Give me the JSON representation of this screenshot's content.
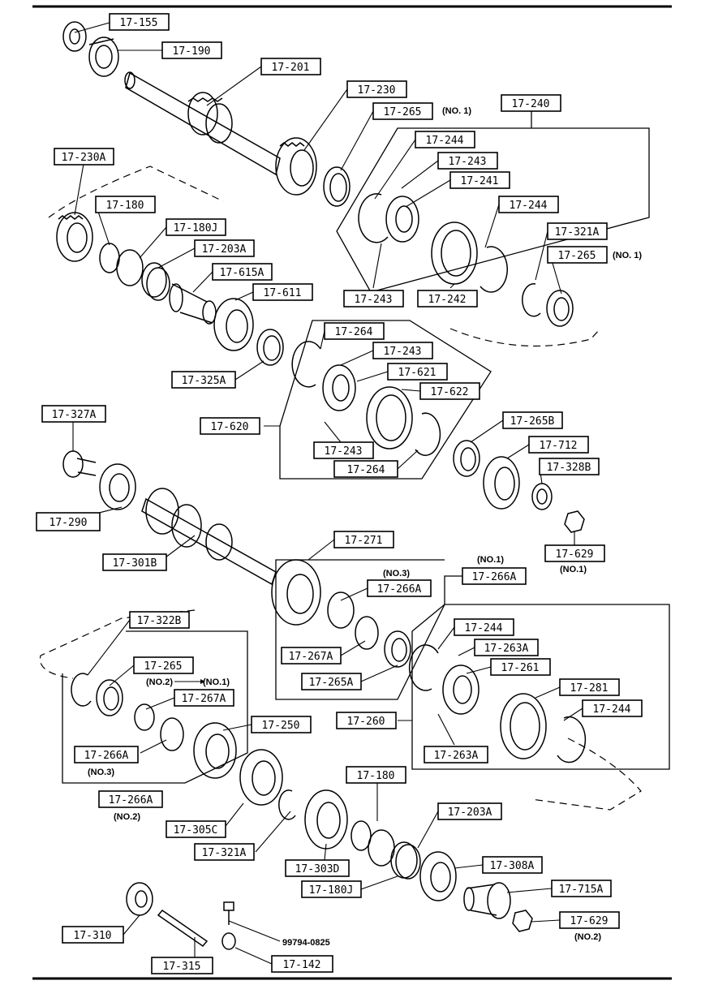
{
  "labels": [
    {
      "id": "l1",
      "text": "17-155"
    },
    {
      "id": "l2",
      "text": "17-190"
    },
    {
      "id": "l3",
      "text": "17-201"
    },
    {
      "id": "l4",
      "text": "17-230"
    },
    {
      "id": "l5",
      "text": "17-265"
    },
    {
      "id": "l6",
      "text": "17-240"
    },
    {
      "id": "l7",
      "text": "17-244"
    },
    {
      "id": "l8",
      "text": "17-243"
    },
    {
      "id": "l9",
      "text": "17-241"
    },
    {
      "id": "l10",
      "text": "17-244"
    },
    {
      "id": "l11",
      "text": "17-321A"
    },
    {
      "id": "l12",
      "text": "17-265"
    },
    {
      "id": "l13",
      "text": "17-230A"
    },
    {
      "id": "l14",
      "text": "17-180"
    },
    {
      "id": "l15",
      "text": "17-180J"
    },
    {
      "id": "l16",
      "text": "17-203A"
    },
    {
      "id": "l17",
      "text": "17-615A"
    },
    {
      "id": "l18",
      "text": "17-611"
    },
    {
      "id": "l19",
      "text": "17-243"
    },
    {
      "id": "l20",
      "text": "17-242"
    },
    {
      "id": "l21",
      "text": "17-264"
    },
    {
      "id": "l22",
      "text": "17-243"
    },
    {
      "id": "l23",
      "text": "17-621"
    },
    {
      "id": "l24",
      "text": "17-622"
    },
    {
      "id": "l25",
      "text": "17-325A"
    },
    {
      "id": "l26",
      "text": "17-620"
    },
    {
      "id": "l27",
      "text": "17-243"
    },
    {
      "id": "l28",
      "text": "17-264"
    },
    {
      "id": "l29",
      "text": "17-265B"
    },
    {
      "id": "l30",
      "text": "17-712"
    },
    {
      "id": "l31",
      "text": "17-328B"
    },
    {
      "id": "l32",
      "text": "17-327A"
    },
    {
      "id": "l33",
      "text": "17-290"
    },
    {
      "id": "l34",
      "text": "17-629"
    },
    {
      "id": "l35",
      "text": "17-271"
    },
    {
      "id": "l36",
      "text": "17-301B"
    },
    {
      "id": "l37",
      "text": "17-266A"
    },
    {
      "id": "l38",
      "text": "17-266A"
    },
    {
      "id": "l39",
      "text": "17-322B"
    },
    {
      "id": "l40",
      "text": "17-244"
    },
    {
      "id": "l41",
      "text": "17-263A"
    },
    {
      "id": "l42",
      "text": "17-267A"
    },
    {
      "id": "l43",
      "text": "17-265A"
    },
    {
      "id": "l44",
      "text": "17-261"
    },
    {
      "id": "l45",
      "text": "17-265"
    },
    {
      "id": "l46",
      "text": "17-267A"
    },
    {
      "id": "l47",
      "text": "17-281"
    },
    {
      "id": "l48",
      "text": "17-244"
    },
    {
      "id": "l49",
      "text": "17-260"
    },
    {
      "id": "l50",
      "text": "17-250"
    },
    {
      "id": "l51",
      "text": "17-266A"
    },
    {
      "id": "l52",
      "text": "17-263A"
    },
    {
      "id": "l53",
      "text": "17-266A"
    },
    {
      "id": "l54",
      "text": "17-180"
    },
    {
      "id": "l55",
      "text": "17-203A"
    },
    {
      "id": "l56",
      "text": "17-305C"
    },
    {
      "id": "l57",
      "text": "17-321A"
    },
    {
      "id": "l58",
      "text": "17-303D"
    },
    {
      "id": "l59",
      "text": "17-308A"
    },
    {
      "id": "l60",
      "text": "17-180J"
    },
    {
      "id": "l61",
      "text": "17-715A"
    },
    {
      "id": "l62",
      "text": "17-310"
    },
    {
      "id": "l63",
      "text": "17-629"
    },
    {
      "id": "l64",
      "text": "17-315"
    },
    {
      "id": "l65",
      "text": "17-142"
    }
  ],
  "notes": [
    {
      "id": "n1",
      "text": "(NO. 1)"
    },
    {
      "id": "n2",
      "text": "(NO. 1)"
    },
    {
      "id": "n3",
      "text": "(NO.1)"
    },
    {
      "id": "n4",
      "text": "(NO.3)"
    },
    {
      "id": "n5",
      "text": "(NO.1)"
    },
    {
      "id": "n6",
      "text": "(NO.2)"
    },
    {
      "id": "n7",
      "text": "(NO.1)"
    },
    {
      "id": "n8",
      "text": "(NO.3)"
    },
    {
      "id": "n9",
      "text": "(NO.2)"
    },
    {
      "id": "n10",
      "text": "(NO.2)"
    },
    {
      "id": "n11",
      "text": "99794-0825"
    }
  ]
}
